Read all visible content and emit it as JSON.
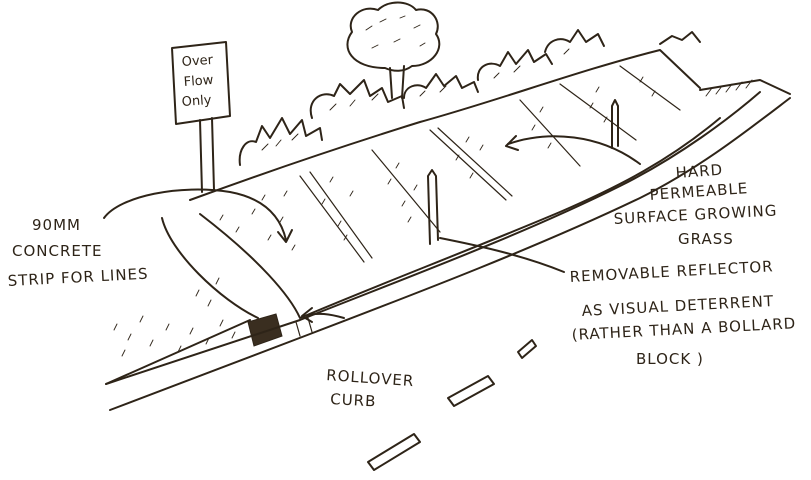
{
  "sign": {
    "line1": "Over",
    "line2": "Flow",
    "line3": "Only"
  },
  "labels": {
    "concrete_strip": {
      "line1": "90MM",
      "line2": "CONCRETE",
      "line3": "STRIP FOR LINES"
    },
    "surface": {
      "line1": "HARD",
      "line2": "PERMEABLE",
      "line3": "SURFACE GROWING",
      "line4": "GRASS"
    },
    "reflector": {
      "line1": "REMOVABLE REFLECTOR",
      "line2": "AS VISUAL DETERRENT",
      "line3": "(RATHER THAN A BOLLARD",
      "line4": "BLOCK )"
    },
    "curb": {
      "line1": "ROLLOVER",
      "line2": "CURB"
    }
  }
}
